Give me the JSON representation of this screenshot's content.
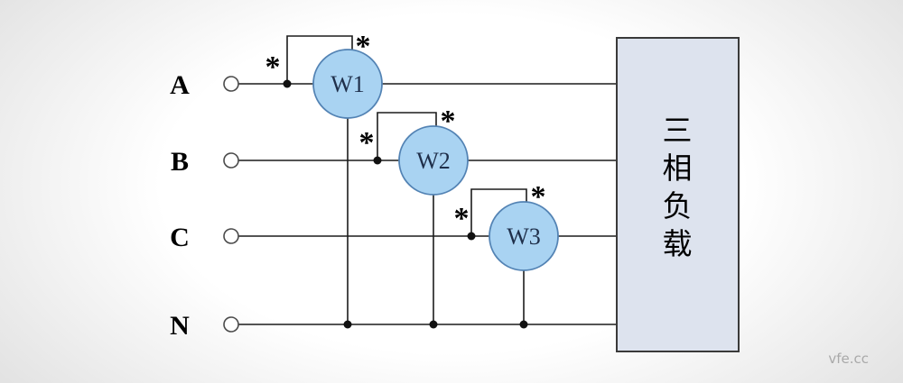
{
  "diagram": {
    "phase_labels": [
      "A",
      "B",
      "C",
      "N"
    ],
    "wattmeters": [
      {
        "label": "W1"
      },
      {
        "label": "W2"
      },
      {
        "label": "W3"
      }
    ],
    "polarity_mark": "*",
    "load": {
      "label": "三相负载",
      "chars": [
        "三",
        "相",
        "负",
        "载"
      ]
    },
    "watermark": "vfe.cc",
    "colors": {
      "background_edge": "#e3e3e3",
      "background_center": "#ffffff",
      "wire": "#1c1c1c",
      "wattmeter_fill": "#a9d3f2",
      "wattmeter_stroke": "#5383b4",
      "load_fill": "#dde3ee",
      "load_stroke": "#3a3a3a"
    }
  }
}
